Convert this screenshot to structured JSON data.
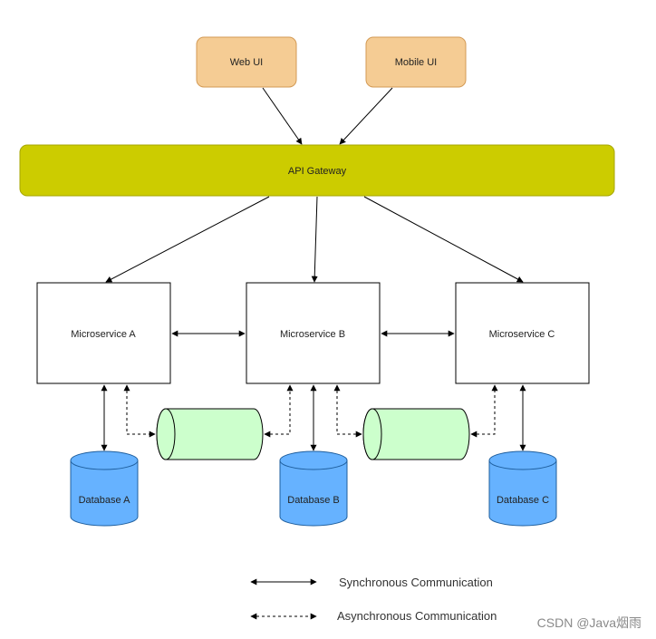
{
  "clients": {
    "web_ui": "Web UI",
    "mobile_ui": "Mobile UI"
  },
  "gateway": "API Gateway",
  "services": {
    "a": "Microservice A",
    "b": "Microservice B",
    "c": "Microservice C"
  },
  "databases": {
    "a": "Database A",
    "b": "Database B",
    "c": "Database C"
  },
  "legend": {
    "sync": "Synchronous Communication",
    "async": "Asynchronous Communication"
  },
  "watermark": "CSDN @Java烟雨",
  "colors": {
    "client_fill": "#f5cc94",
    "client_stroke": "#d39a55",
    "gateway_fill": "#cccc00",
    "gateway_stroke": "#a6a600",
    "queue_fill": "#ccffcc",
    "db_fill": "#66b2ff",
    "db_stroke": "#1f5f9e"
  }
}
